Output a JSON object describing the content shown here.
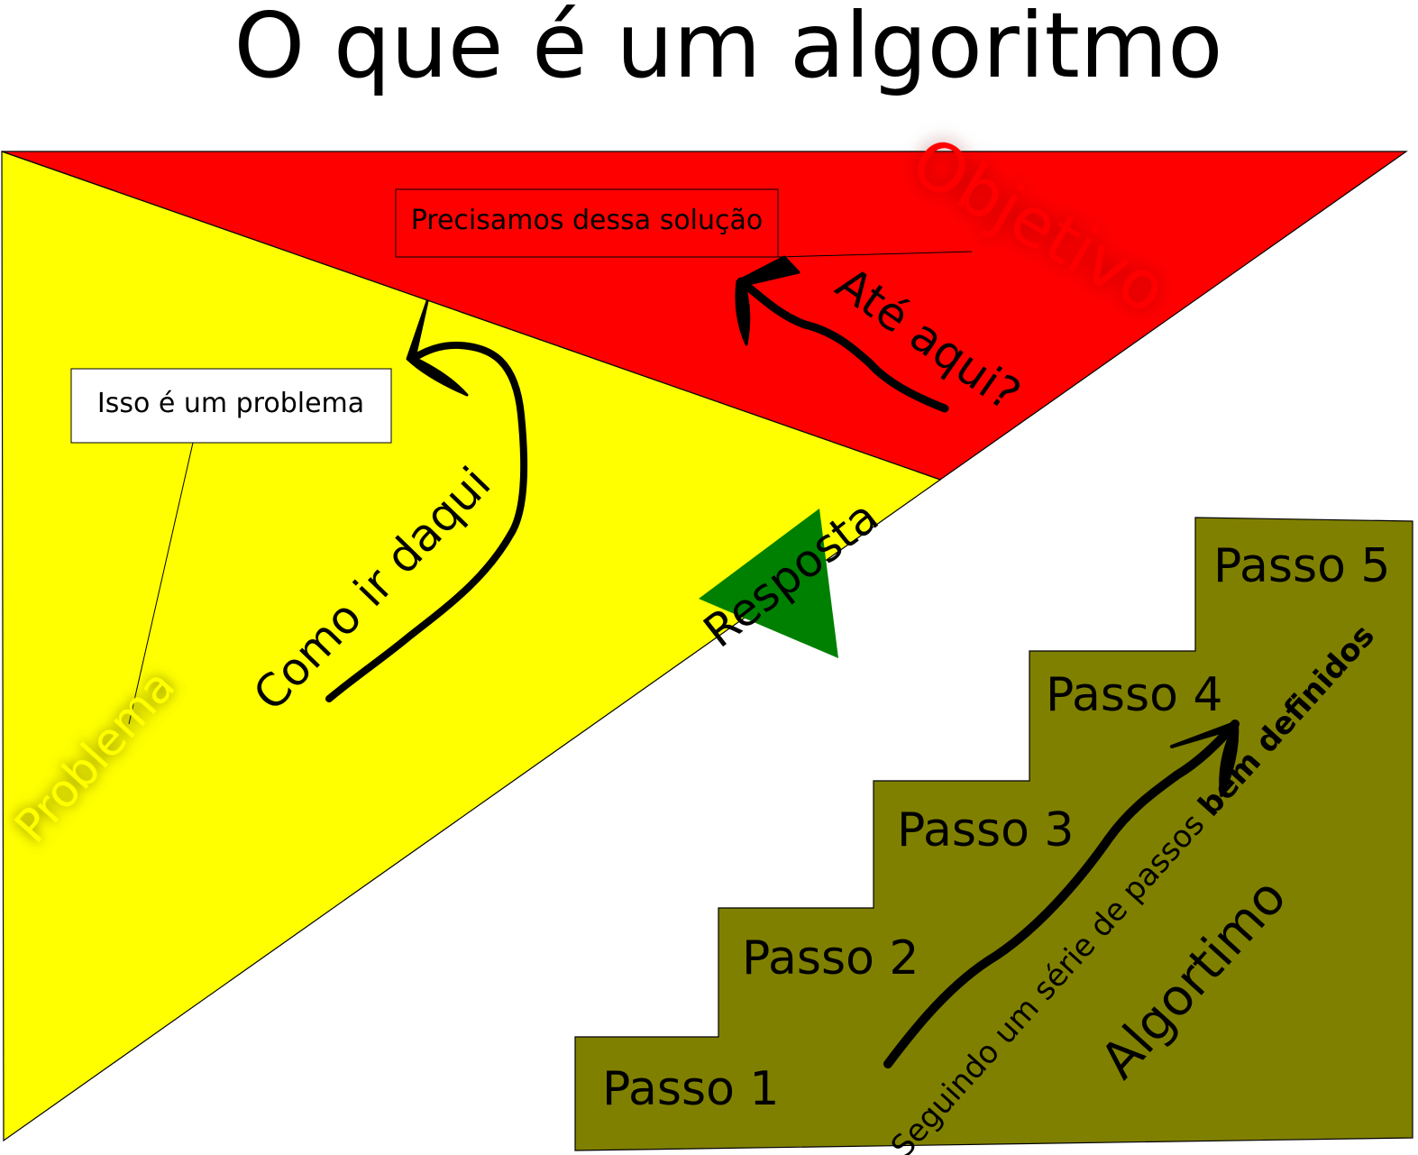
{
  "title": "O que é um algoritmo",
  "callouts": {
    "solution": "Precisamos dessa solução",
    "problem": "Isso é um problema"
  },
  "labels": {
    "objetivo": "Objetivo",
    "problema": "Problema",
    "ate_aqui": "Até aqui?",
    "como_ir": "Como ir daqui",
    "resposta": "Resposta",
    "algoritmo": "Algortimo",
    "seguindo_prefix": "Seguindo um série de passos ",
    "seguindo_bold": "bem definidos"
  },
  "steps": [
    "Passo 1",
    "Passo 2",
    "Passo 3",
    "Passo 4",
    "Passo 5"
  ],
  "colors": {
    "goal": "#ff0000",
    "problem": "#ffff00",
    "answer": "#008000",
    "stairs": "#808000",
    "ink": "#000000"
  }
}
